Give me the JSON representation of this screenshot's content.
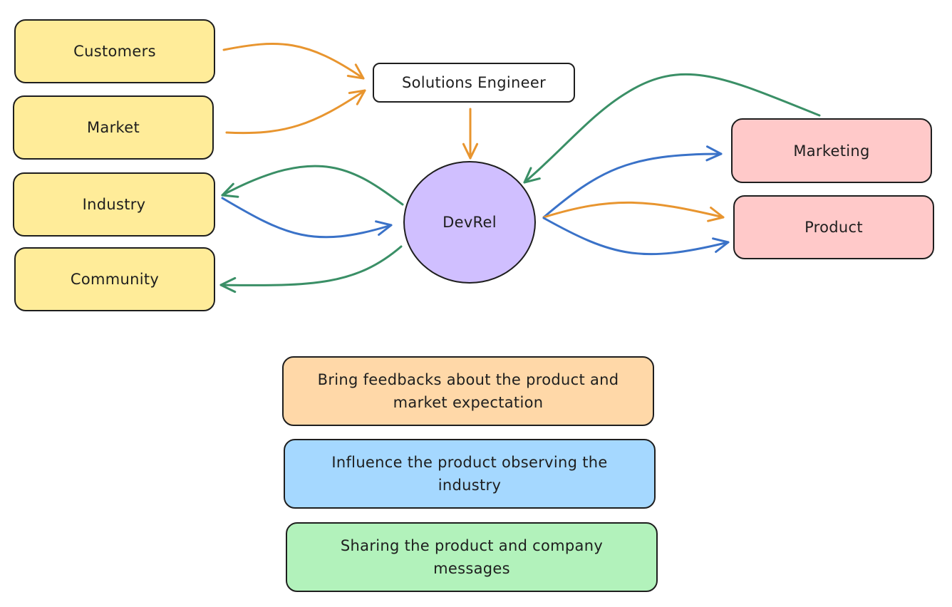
{
  "colors": {
    "orange": "#e8952f",
    "blue": "#3a72c8",
    "green": "#3a8f66",
    "yellow_fill": "#ffec99",
    "pink_fill": "#ffc9c9",
    "purple_fill": "#d0bfff",
    "orange_fill": "#ffd8a8",
    "blue_fill": "#a5d8ff",
    "green_fill": "#b2f2bb"
  },
  "nodes": {
    "customers": "Customers",
    "market": "Market",
    "industry": "Industry",
    "community": "Community",
    "solutions_engineer": "Solutions Engineer",
    "devrel": "DevRel",
    "marketing": "Marketing",
    "product": "Product"
  },
  "edges": [
    {
      "from": "customers",
      "to": "solutions_engineer",
      "color": "orange"
    },
    {
      "from": "market",
      "to": "solutions_engineer",
      "color": "orange"
    },
    {
      "from": "solutions_engineer",
      "to": "devrel",
      "color": "orange"
    },
    {
      "from": "devrel",
      "to": "industry",
      "color": "green"
    },
    {
      "from": "industry",
      "to": "devrel",
      "color": "blue"
    },
    {
      "from": "devrel",
      "to": "community",
      "color": "green"
    },
    {
      "from": "marketing",
      "to": "devrel",
      "color": "green"
    },
    {
      "from": "devrel",
      "to": "marketing",
      "color": "blue"
    },
    {
      "from": "devrel",
      "to": "product",
      "color": "orange"
    },
    {
      "from": "devrel",
      "to": "product",
      "color": "blue"
    }
  ],
  "legend": [
    {
      "color": "orange",
      "text": "Bring feedbacks about the product and market expectation"
    },
    {
      "color": "blue",
      "text": "Influence the product observing the industry"
    },
    {
      "color": "green",
      "text": "Sharing the product and company messages"
    }
  ]
}
